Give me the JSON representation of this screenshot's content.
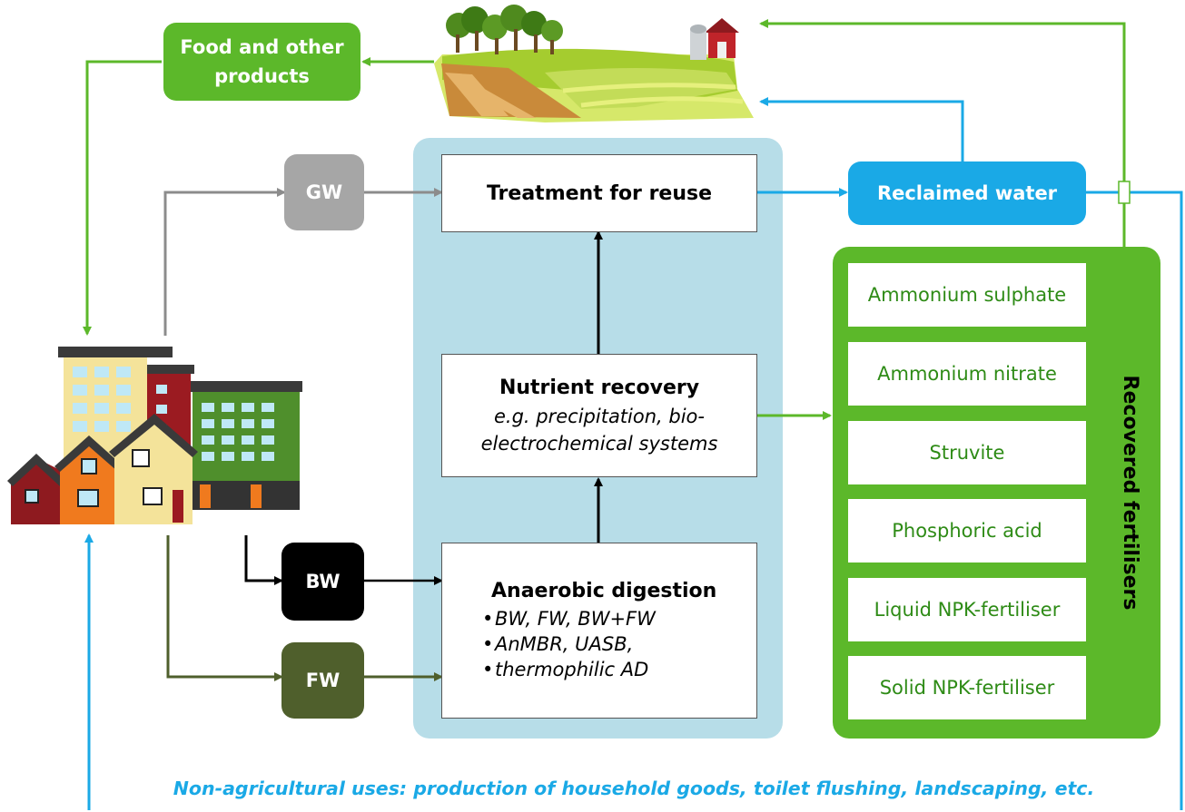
{
  "food_products": "Food and other products",
  "gw": "GW",
  "bw": "BW",
  "fw": "FW",
  "treatment": "Treatment for reuse",
  "reclaimed_water": "Reclaimed water",
  "nutrient_recovery": {
    "title": "Nutrient recovery",
    "subtitle_line1": "e.g. precipitation, bio-",
    "subtitle_line2": "electrochemical systems"
  },
  "anaerobic_digestion": {
    "title": "Anaerobic digestion",
    "bullets": [
      "BW, FW, BW+FW",
      "AnMBR, UASB,",
      "thermophilic AD"
    ]
  },
  "recovered_fertilisers": {
    "title": "Recovered fertilisers",
    "items": [
      "Ammonium sulphate",
      "Ammonium nitrate",
      "Struvite",
      "Phosphoric acid",
      "Liquid NPK-fertiliser",
      "Solid NPK-fertiliser"
    ]
  },
  "non_agricultural": "Non-agricultural uses: production of household goods, toilet flushing, landscaping, etc.",
  "colors": {
    "green": "#5cb82a",
    "blue": "#1aa9e6",
    "grey": "#a6a6a6",
    "black": "#000000",
    "olive": "#4f5f2c",
    "panel": "#b7dde8"
  },
  "icons": [
    "farm-field-icon",
    "city-buildings-icon"
  ]
}
